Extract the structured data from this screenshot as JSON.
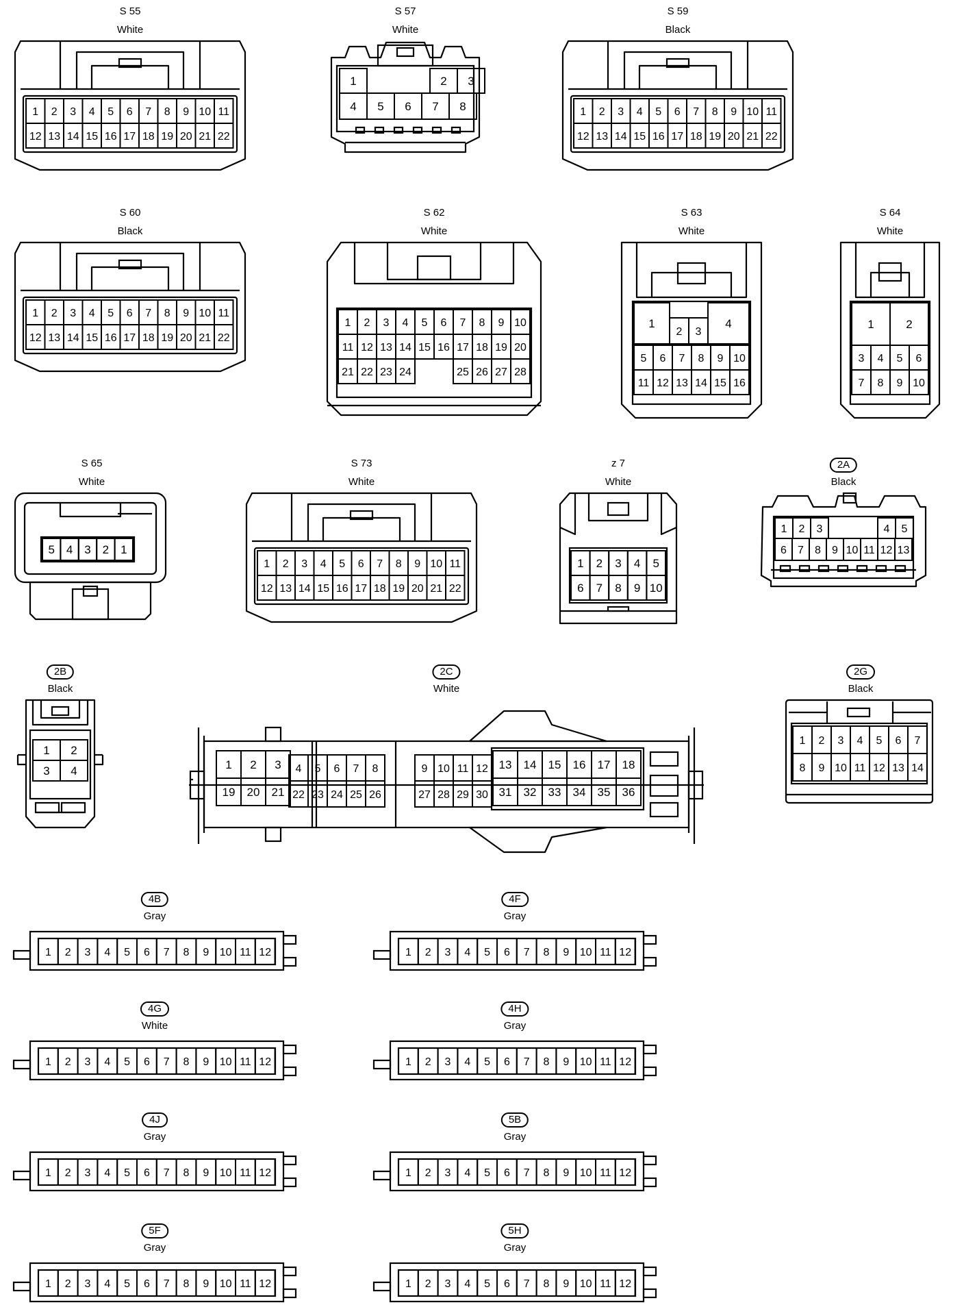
{
  "connectors": [
    {
      "id": "S55",
      "code": "S 55",
      "color": "White",
      "circled": false,
      "rows": [
        [
          "1",
          "2",
          "3",
          "4",
          "5",
          "6",
          "7",
          "8",
          "9",
          "10",
          "11"
        ],
        [
          "12",
          "13",
          "14",
          "15",
          "16",
          "17",
          "18",
          "19",
          "20",
          "21",
          "22"
        ]
      ]
    },
    {
      "id": "S57",
      "code": "S 57",
      "color": "White",
      "circled": false,
      "rows": [
        [
          "1",
          "",
          "",
          "2",
          "3"
        ],
        [
          "4",
          "5",
          "6",
          "7",
          "8"
        ]
      ]
    },
    {
      "id": "S59",
      "code": "S 59",
      "color": "Black",
      "circled": false,
      "rows": [
        [
          "1",
          "2",
          "3",
          "4",
          "5",
          "6",
          "7",
          "8",
          "9",
          "10",
          "11"
        ],
        [
          "12",
          "13",
          "14",
          "15",
          "16",
          "17",
          "18",
          "19",
          "20",
          "21",
          "22"
        ]
      ]
    },
    {
      "id": "S60",
      "code": "S 60",
      "color": "Black",
      "circled": false,
      "rows": [
        [
          "1",
          "2",
          "3",
          "4",
          "5",
          "6",
          "7",
          "8",
          "9",
          "10",
          "11"
        ],
        [
          "12",
          "13",
          "14",
          "15",
          "16",
          "17",
          "18",
          "19",
          "20",
          "21",
          "22"
        ]
      ]
    },
    {
      "id": "S62",
      "code": "S 62",
      "color": "White",
      "circled": false,
      "rows": [
        [
          "1",
          "2",
          "3",
          "4",
          "5",
          "6",
          "7",
          "8",
          "9",
          "10"
        ],
        [
          "11",
          "12",
          "13",
          "14",
          "15",
          "16",
          "17",
          "18",
          "19",
          "20"
        ],
        [
          "21",
          "22",
          "23",
          "24",
          "",
          "",
          "25",
          "26",
          "27",
          "28"
        ]
      ]
    },
    {
      "id": "S63",
      "code": "S 63",
      "color": "White",
      "circled": false,
      "top_pins": [
        "1",
        "2",
        "3",
        "4"
      ],
      "rows": [
        [
          "5",
          "6",
          "7",
          "8",
          "9",
          "10"
        ],
        [
          "11",
          "12",
          "13",
          "14",
          "15",
          "16"
        ]
      ]
    },
    {
      "id": "S64",
      "code": "S 64",
      "color": "White",
      "circled": false,
      "top_pins": [
        "1",
        "2"
      ],
      "rows": [
        [
          "3",
          "4",
          "5",
          "6"
        ],
        [
          "7",
          "8",
          "9",
          "10"
        ]
      ]
    },
    {
      "id": "S65",
      "code": "S 65",
      "color": "White",
      "circled": false,
      "rows": [
        [
          "5",
          "4",
          "3",
          "2",
          "1"
        ]
      ]
    },
    {
      "id": "S73",
      "code": "S 73",
      "color": "White",
      "circled": false,
      "rows": [
        [
          "1",
          "2",
          "3",
          "4",
          "5",
          "6",
          "7",
          "8",
          "9",
          "10",
          "11"
        ],
        [
          "12",
          "13",
          "14",
          "15",
          "16",
          "17",
          "18",
          "19",
          "20",
          "21",
          "22"
        ]
      ]
    },
    {
      "id": "z7",
      "code": "z 7",
      "color": "White",
      "circled": false,
      "rows": [
        [
          "1",
          "2",
          "3",
          "4",
          "5"
        ],
        [
          "6",
          "7",
          "8",
          "9",
          "10"
        ]
      ]
    },
    {
      "id": "2A",
      "code": "2A",
      "color": "Black",
      "circled": true,
      "rows": [
        [
          "1",
          "2",
          "3",
          "",
          "",
          "",
          "",
          "4",
          "5"
        ],
        [
          "6",
          "7",
          "8",
          "9",
          "10",
          "11",
          "12",
          "13"
        ]
      ]
    },
    {
      "id": "2B",
      "code": "2B",
      "color": "Black",
      "circled": true,
      "rows": [
        [
          "1",
          "2"
        ],
        [
          "3",
          "4"
        ]
      ]
    },
    {
      "id": "2C",
      "code": "2C",
      "color": "White",
      "circled": true,
      "rows": [
        [
          "1",
          "2",
          "3",
          "4",
          "5",
          "6",
          "7",
          "8",
          "9",
          "10",
          "11",
          "12",
          "13",
          "14",
          "15",
          "16",
          "17",
          "18"
        ],
        [
          "19",
          "20",
          "21",
          "22",
          "23",
          "24",
          "25",
          "26",
          "27",
          "28",
          "29",
          "30",
          "31",
          "32",
          "33",
          "34",
          "35",
          "36"
        ]
      ]
    },
    {
      "id": "2G",
      "code": "2G",
      "color": "Black",
      "circled": true,
      "rows": [
        [
          "1",
          "2",
          "3",
          "4",
          "5",
          "6",
          "7"
        ],
        [
          "8",
          "9",
          "10",
          "11",
          "12",
          "13",
          "14"
        ]
      ]
    },
    {
      "id": "4B",
      "code": "4B",
      "color": "Gray",
      "circled": true,
      "rows": [
        [
          "1",
          "2",
          "3",
          "4",
          "5",
          "6",
          "7",
          "8",
          "9",
          "10",
          "11",
          "12"
        ]
      ]
    },
    {
      "id": "4F",
      "code": "4F",
      "color": "Gray",
      "circled": true,
      "rows": [
        [
          "1",
          "2",
          "3",
          "4",
          "5",
          "6",
          "7",
          "8",
          "9",
          "10",
          "11",
          "12"
        ]
      ]
    },
    {
      "id": "4G",
      "code": "4G",
      "color": "White",
      "circled": true,
      "rows": [
        [
          "1",
          "2",
          "3",
          "4",
          "5",
          "6",
          "7",
          "8",
          "9",
          "10",
          "11",
          "12"
        ]
      ]
    },
    {
      "id": "4H",
      "code": "4H",
      "color": "Gray",
      "circled": true,
      "rows": [
        [
          "1",
          "2",
          "3",
          "4",
          "5",
          "6",
          "7",
          "8",
          "9",
          "10",
          "11",
          "12"
        ]
      ]
    },
    {
      "id": "4J",
      "code": "4J",
      "color": "Gray",
      "circled": true,
      "rows": [
        [
          "1",
          "2",
          "3",
          "4",
          "5",
          "6",
          "7",
          "8",
          "9",
          "10",
          "11",
          "12"
        ]
      ]
    },
    {
      "id": "5B",
      "code": "5B",
      "color": "Gray",
      "circled": true,
      "rows": [
        [
          "1",
          "2",
          "3",
          "4",
          "5",
          "6",
          "7",
          "8",
          "9",
          "10",
          "11",
          "12"
        ]
      ]
    },
    {
      "id": "5F",
      "code": "5F",
      "color": "Gray",
      "circled": true,
      "rows": [
        [
          "1",
          "2",
          "3",
          "4",
          "5",
          "6",
          "7",
          "8",
          "9",
          "10",
          "11",
          "12"
        ]
      ]
    },
    {
      "id": "5H",
      "code": "5H",
      "color": "Gray",
      "circled": true,
      "rows": [
        [
          "1",
          "2",
          "3",
          "4",
          "5",
          "6",
          "7",
          "8",
          "9",
          "10",
          "11",
          "12"
        ]
      ]
    }
  ]
}
